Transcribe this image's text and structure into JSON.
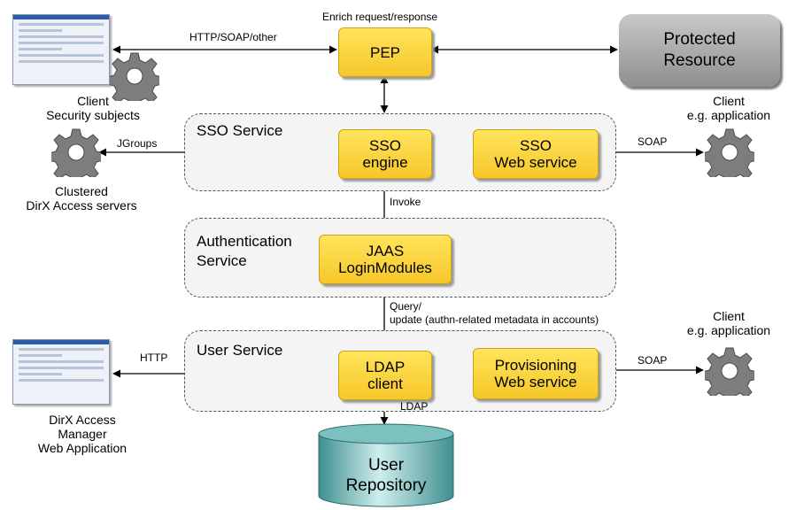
{
  "labels": {
    "enrich": "Enrich request/response",
    "http_soap_other": "HTTP/SOAP/other",
    "jgroups": "JGroups",
    "soap_top": "SOAP",
    "invoke": "Invoke",
    "query": "Query/\nupdate (authn-related metadata in accounts)",
    "http": "HTTP",
    "soap_bottom": "SOAP",
    "ldap": "LDAP"
  },
  "boxes": {
    "pep": "PEP",
    "protected_resource": "Protected\nResource",
    "sso_engine": "SSO\nengine",
    "sso_web_service": "SSO\nWeb service",
    "jaas": "JAAS\nLoginModules",
    "ldap_client": "LDAP\nclient",
    "provisioning": "Provisioning\nWeb service",
    "user_repository": "User\nRepository"
  },
  "groups": {
    "sso_service": "SSO Service",
    "authentication_service": "Authentication\nService",
    "user_service": "User Service"
  },
  "captions": {
    "client_security": "Client\nSecurity subjects",
    "client_app_top": "Client\ne.g. application",
    "clustered": "Clustered\nDirX Access servers",
    "client_app_bottom": "Client\ne.g. application",
    "dirx_manager": "DirX Access\nManager\nWeb Application"
  },
  "icons": [
    "browser-screenshot-icon",
    "gear-icon",
    "database-cylinder-icon"
  ],
  "colors": {
    "component_fill": "#f6c72a",
    "resource_fill": "#a8a8a8",
    "repository_fill": "#5aa8a8",
    "group_fill": "#f4f4f4"
  }
}
